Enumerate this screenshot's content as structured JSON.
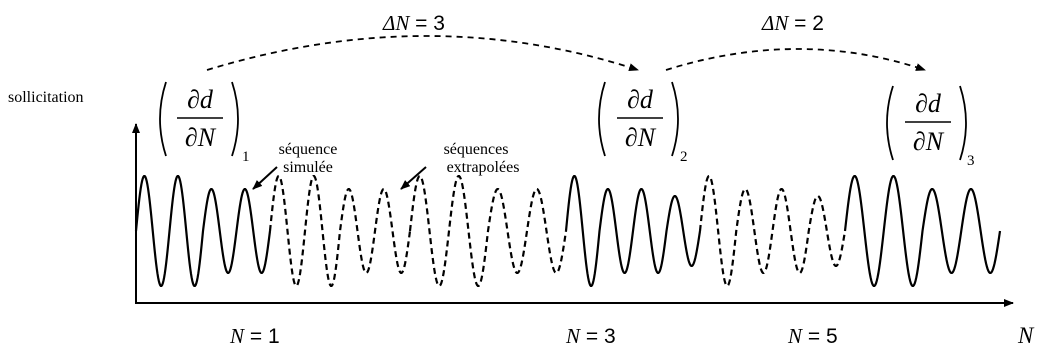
{
  "labels": {
    "y_axis": "sollicitation",
    "x_axis": "N",
    "n1": "N",
    "n1_eq": " = 1",
    "n3": "N",
    "n3_eq": " = 3",
    "n5": "N",
    "n5_eq": " = 5",
    "simulated_line1": "séquence",
    "simulated_line2": "simulée",
    "extrapolated_line1": "séquences",
    "extrapolated_line2": "extrapolées",
    "delta1_sym": "ΔN",
    "delta1_eq": " = 3",
    "delta2_sym": "ΔN",
    "delta2_eq": " = 2"
  },
  "derivatives": [
    {
      "num": "∂d",
      "den": "∂N",
      "sub": "1"
    },
    {
      "num": "∂d",
      "den": "∂N",
      "sub": "2"
    },
    {
      "num": "∂d",
      "den": "∂N",
      "sub": "3"
    }
  ],
  "sequences": [
    {
      "style": "solid",
      "label": "simulated"
    },
    {
      "style": "dashed",
      "label": "extrapolated"
    },
    {
      "style": "dashed",
      "label": "extrapolated"
    },
    {
      "style": "solid",
      "label": "simulated"
    },
    {
      "style": "dashed",
      "label": "extrapolated"
    },
    {
      "style": "solid",
      "label": "simulated"
    }
  ]
}
